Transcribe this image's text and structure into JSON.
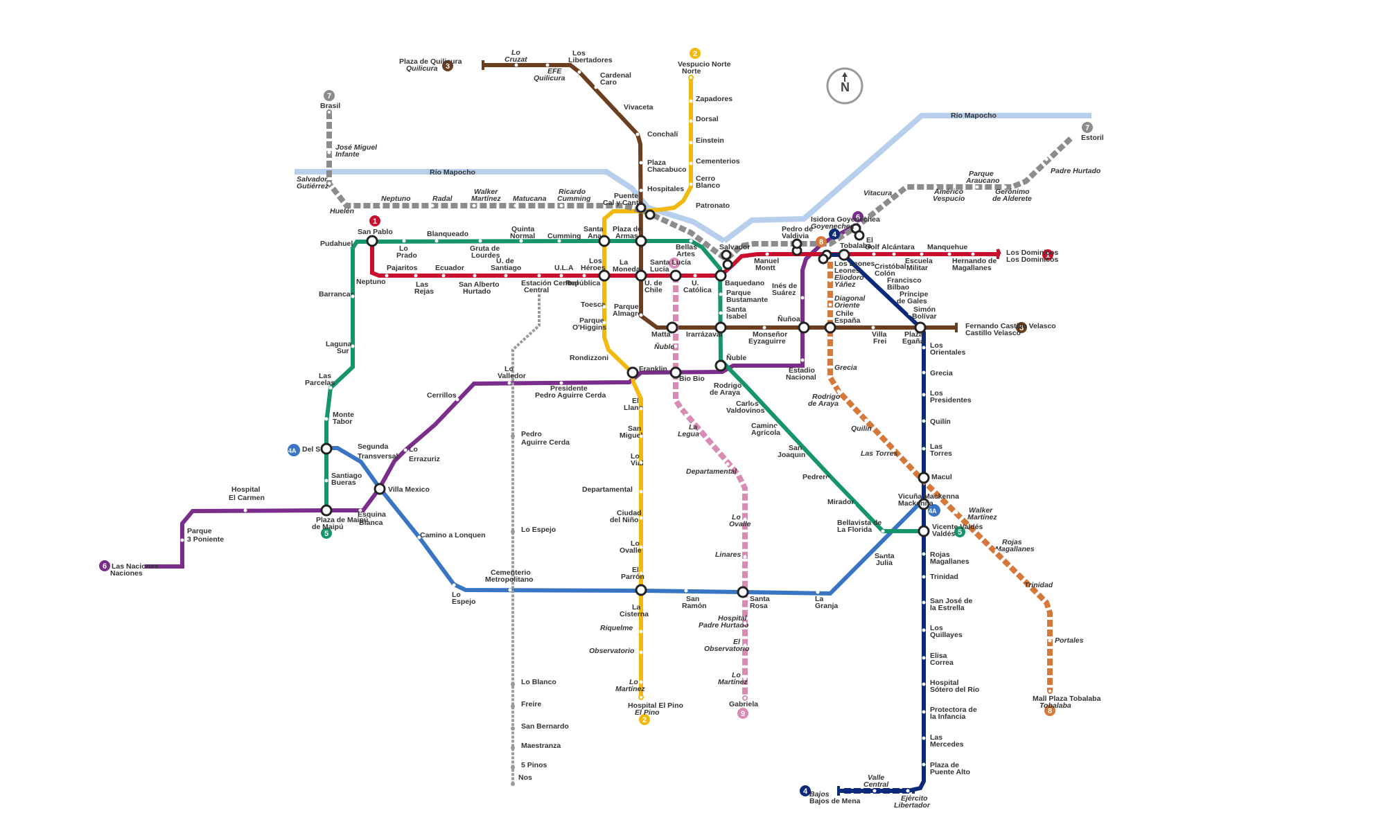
{
  "compass_label": "N",
  "rivers": [
    {
      "label": "Río Mapocho",
      "color": "#b7cfec"
    },
    {
      "label": "Río Mapocho",
      "color": "#b7cfec"
    }
  ],
  "lines": [
    {
      "id": "1",
      "color": "#c8102e",
      "terminals": [
        "San Pablo",
        "Los Dominicos"
      ],
      "stations": [
        "San Pablo",
        "Neptuno",
        "Pajaritos",
        "Las Rejas",
        "Ecuador",
        "San Alberto Hurtado",
        "U. de Santiago",
        "Estación Central",
        "U.L.A",
        "República",
        "Los Héroes",
        "La Moneda",
        "U. de Chile",
        "Santa Lucía",
        "U. Católica",
        "Baquedano",
        "Salvador",
        "Manuel Montt",
        "Pedro de Valdivia",
        "Los Leones",
        "Tobalaba",
        "El Golf",
        "Alcántara",
        "Escuela Militar",
        "Manquehue",
        "Hernando de Magallanes",
        "Los Dominicos"
      ]
    },
    {
      "id": "2",
      "color": "#f2b80e",
      "terminals": [
        "Vespucio Norte",
        "Hospital El Pino"
      ],
      "stations": [
        "Vespucio Norte",
        "Zapadores",
        "Dorsal",
        "Einstein",
        "Cementerios",
        "Cerro Blanco",
        "Patronato",
        "Puente Cal y Canto",
        "Santa Ana",
        "Los Héroes",
        "Toesca",
        "Parque O'Higgins",
        "Rondizzoni",
        "Franklin",
        "El Llano",
        "San Miguel",
        "Lo Vial",
        "Departamental",
        "Ciudad del Niño",
        "Lo Ovalle",
        "El Parrón",
        "La Cisterna",
        "Riquelme",
        "Observatorio",
        "Lo Martínez",
        "Hospital El Pino"
      ]
    },
    {
      "id": "3",
      "color": "#6b3e1f",
      "terminals": [
        "Plaza de Quilicura",
        "Fernando Castillo Velasco"
      ],
      "stations": [
        "Plaza de Quilicura",
        "Lo Cruzat",
        "EFE Quilicura",
        "Los Libertadores",
        "Cardenal Caro",
        "Vivaceta",
        "Conchalí",
        "Plaza Chacabuco",
        "Hospitales",
        "Puente Cal y Canto",
        "Plaza de Armas",
        "Universidad de Chile",
        "Parque Almagro",
        "Matta",
        "Irarrázaval",
        "Monseñor Eyzaguirre",
        "Ñuñoa",
        "Chile España",
        "Villa Frei",
        "Plaza Egaña",
        "Fernando Castillo Velasco"
      ]
    },
    {
      "id": "4",
      "color": "#0b2a7a",
      "terminals": [
        "Tobalaba",
        "Bajos de Mena"
      ],
      "stations": [
        "Tobalaba",
        "Cristóbal Colón",
        "Francisco Bilbao",
        "Príncipe de Gales",
        "Simón Bolívar",
        "Plaza Egaña",
        "Los Orientales",
        "Grecia",
        "Los Presidentes",
        "Quilín",
        "Las Torres",
        "Macul",
        "Vicuña Mackenna",
        "Vicente Valdés",
        "Rojas Magallanes",
        "Trinidad",
        "San José de la Estrella",
        "Los Quillayes",
        "Elisa Correa",
        "Hospital Sótero del Río",
        "Protectora de la Infancia",
        "Las Mercedes",
        "Plaza de Puente Alto",
        "Ejército Libertador",
        "Valle Central",
        "Bajos de Mena"
      ]
    },
    {
      "id": "4A",
      "color": "#3a75c4",
      "terminals": [
        "Vicuña Mackenna",
        "Del Sol"
      ],
      "stations": [
        "Vicuña Mackenna",
        "Santa Julia",
        "La Granja",
        "Santa Rosa",
        "San Ramón",
        "La Cisterna",
        "Cementerio Metropolitano",
        "Lo Espejo",
        "Camino a Lonquen",
        "Villa Mexico",
        "Del Sol"
      ]
    },
    {
      "id": "5",
      "color": "#16956b",
      "terminals": [
        "Plaza de Maipú",
        "Vicente Valdés"
      ],
      "stations": [
        "Plaza de Maipú",
        "Santiago Bueras",
        "Del Sol",
        "Monte Tabor",
        "Las Parcelas",
        "Laguna Sur",
        "Barrancas",
        "Pudahuel",
        "San Pablo",
        "Lo Prado",
        "Blanqueado",
        "Gruta de Lourdes",
        "Quinta Normal",
        "Cumming",
        "Santa Ana",
        "Plaza de Armas",
        "Bellas Artes",
        "Baquedano",
        "Parque Bustamante",
        "Santa Isabel",
        "Irarrázaval",
        "Ñuble",
        "Rodrigo de Araya",
        "Carlos Valdovinos",
        "Camino Agrícola",
        "San Joaquín",
        "Pedrero",
        "Mirador",
        "Bellavista de La Florida",
        "Vicente Valdés"
      ]
    },
    {
      "id": "6",
      "color": "#7b2d8b",
      "terminals": [
        "Las Naciones",
        "Isidora Goyenechea"
      ],
      "stations": [
        "Las Naciones",
        "Parque 3 Poniente",
        "Hospital El Carmen",
        "Plaza de Maipú",
        "Esquina Blanca",
        "Villa Mexico",
        "Lo Errazuriz",
        "Cerrillos",
        "Lo Valledor",
        "Presidente Pedro Aguirre Cerda",
        "Franklin",
        "Bio Bio",
        "Ñuble",
        "Estadio Nacional",
        "Ñuñoa",
        "Inés de Suárez",
        "Los Leones",
        "Isidora Goyenechea"
      ]
    },
    {
      "id": "7",
      "color": "#8c8c8c",
      "terminals": [
        "Brasil",
        "Estoril"
      ],
      "stations": [
        "Brasil",
        "José Miguel Infante",
        "Salvador Gutiérrez",
        "Huelén",
        "Neptuno",
        "Radal",
        "Walker Martínez",
        "Matucana",
        "Ricardo Cumming",
        "Puente Cal y Canto",
        "Plaza de Armas",
        "Bellas Artes",
        "Baquedano",
        "Pedro de Valdivia",
        "Isidora Goyenechea",
        "Vitacura",
        "Américo Vespucio",
        "Parque Araucano",
        "Gerónimo de Alderete",
        "Padre Hurtado",
        "Estoril"
      ]
    },
    {
      "id": "8",
      "color": "#d6783a",
      "terminals": [
        "Los Leones",
        "Mall Plaza Tobalaba"
      ],
      "stations": [
        "Los Leones",
        "Eliodoro Yáñez",
        "Diagonal Oriente",
        "Chile España",
        "Grecia",
        "Rodrigo de Araya",
        "Quilín",
        "Las Torres",
        "Macul",
        "Walker Martínez",
        "Rojas Magallanes",
        "Trinidad",
        "Portales",
        "Mall Plaza Tobalaba"
      ]
    },
    {
      "id": "9",
      "color": "#d88bb5",
      "terminals": [
        "Santa Lucía",
        "Gabriela"
      ],
      "stations": [
        "Santa Lucía",
        "Matta",
        "Ñuble",
        "Bio Bio",
        "La Legua",
        "Departamental",
        "Lo Ovalle",
        "Linares",
        "Santa Rosa",
        "Hospital Padre Hurtado",
        "El Observatorio",
        "Lo Martínez",
        "Gabriela"
      ]
    },
    {
      "id": "ext",
      "color": "#9a9a9a",
      "terminals": [
        "Estación Central",
        "Nos"
      ],
      "stations": [
        "Estación Central",
        "Lo Valledor",
        "Pedro Aguirre Cerda",
        "Lo Espejo",
        "Cementerio Metropolitano",
        "Lo Blanco",
        "Freire",
        "San Bernardo",
        "Maestranza",
        "5 Pinos",
        "Nos"
      ]
    }
  ]
}
